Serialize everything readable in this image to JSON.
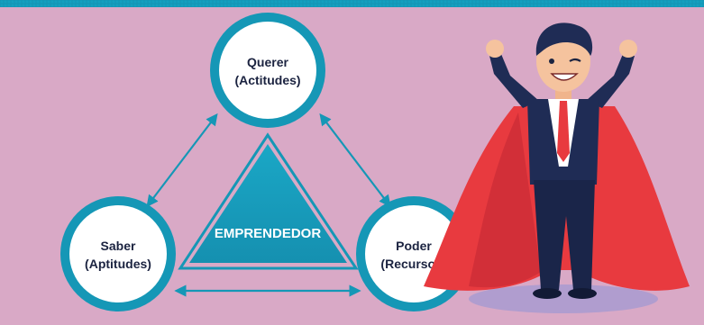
{
  "nodes": {
    "querer": {
      "line1": "Querer",
      "line2": "(Actitudes)"
    },
    "saber": {
      "line1": "Saber",
      "line2": "(Aptitudes)"
    },
    "poder": {
      "line1": "Poder",
      "line2": "(Recursos)"
    }
  },
  "center": {
    "label": "EMPRENDEDOR"
  },
  "colors": {
    "background": "#d9a9c6",
    "teal": "#1597b6",
    "teal_dark": "#0f7f9c",
    "triangle": "#1aa1bf",
    "cape": "#e83a3f",
    "suit": "#1f2c55"
  },
  "illustration": {
    "subject": "superhero-businessman"
  }
}
